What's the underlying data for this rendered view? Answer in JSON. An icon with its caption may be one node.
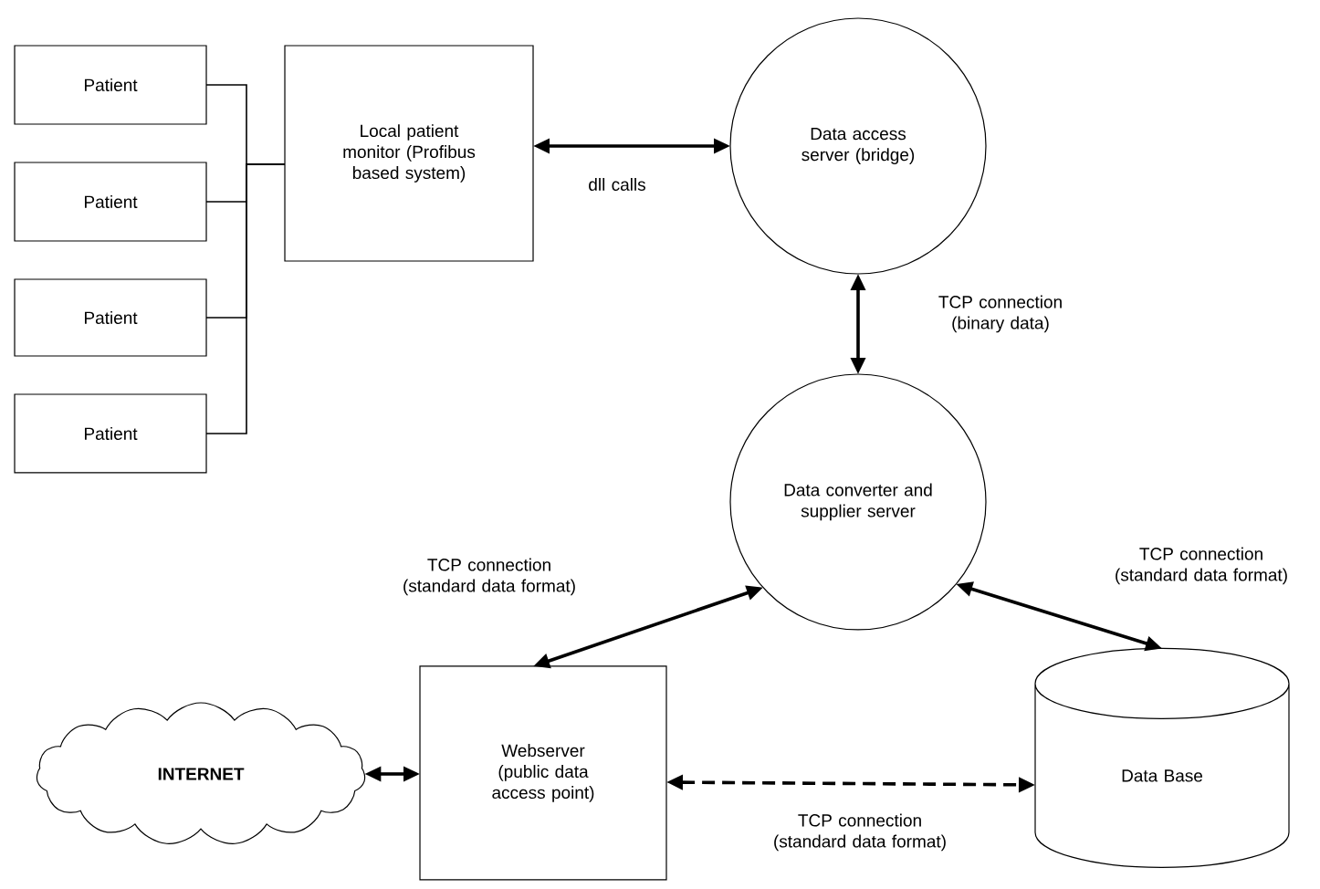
{
  "diagram": {
    "nodes": [
      {
        "text": [
          "Patient"
        ]
      },
      {
        "text": [
          "Patient"
        ]
      },
      {
        "text": [
          "Patient"
        ]
      },
      {
        "text": [
          "Patient"
        ]
      },
      {
        "text": [
          "Local patient monitor (Profibus based system)"
        ]
      },
      {
        "text": [
          "Data access server (bridge)"
        ]
      },
      {
        "text": [
          "Data converter and supplier server"
        ]
      },
      {
        "text": [
          "INTERNET"
        ]
      },
      {
        "text": [
          "Webserver (public data access point)"
        ]
      },
      {
        "text": [
          "Data Base"
        ]
      }
    ],
    "edges": [
      {
        "from": 0,
        "to": 4,
        "arrow": "none"
      },
      {
        "from": 1,
        "to": 4,
        "arrow": "none"
      },
      {
        "from": 2,
        "to": 4,
        "arrow": "none"
      },
      {
        "from": 3,
        "to": 4,
        "arrow": "none"
      },
      {
        "from": 4,
        "to": 5,
        "arrow": "both",
        "label": "dll calls"
      },
      {
        "from": 5,
        "to": 6,
        "arrow": "both",
        "label": "TCP connection (binary data)"
      },
      {
        "from": 6,
        "to": 8,
        "arrow": "both",
        "label": "TCP connection (standard data format)"
      },
      {
        "from": 6,
        "to": 9,
        "arrow": "both",
        "label": "TCP connection (standard data format)"
      },
      {
        "from": 7,
        "to": 8,
        "arrow": "both"
      },
      {
        "from": 8,
        "to": 9,
        "arrow": "both",
        "style": "dashed",
        "label": "TCP connection (standard data format)"
      }
    ]
  }
}
